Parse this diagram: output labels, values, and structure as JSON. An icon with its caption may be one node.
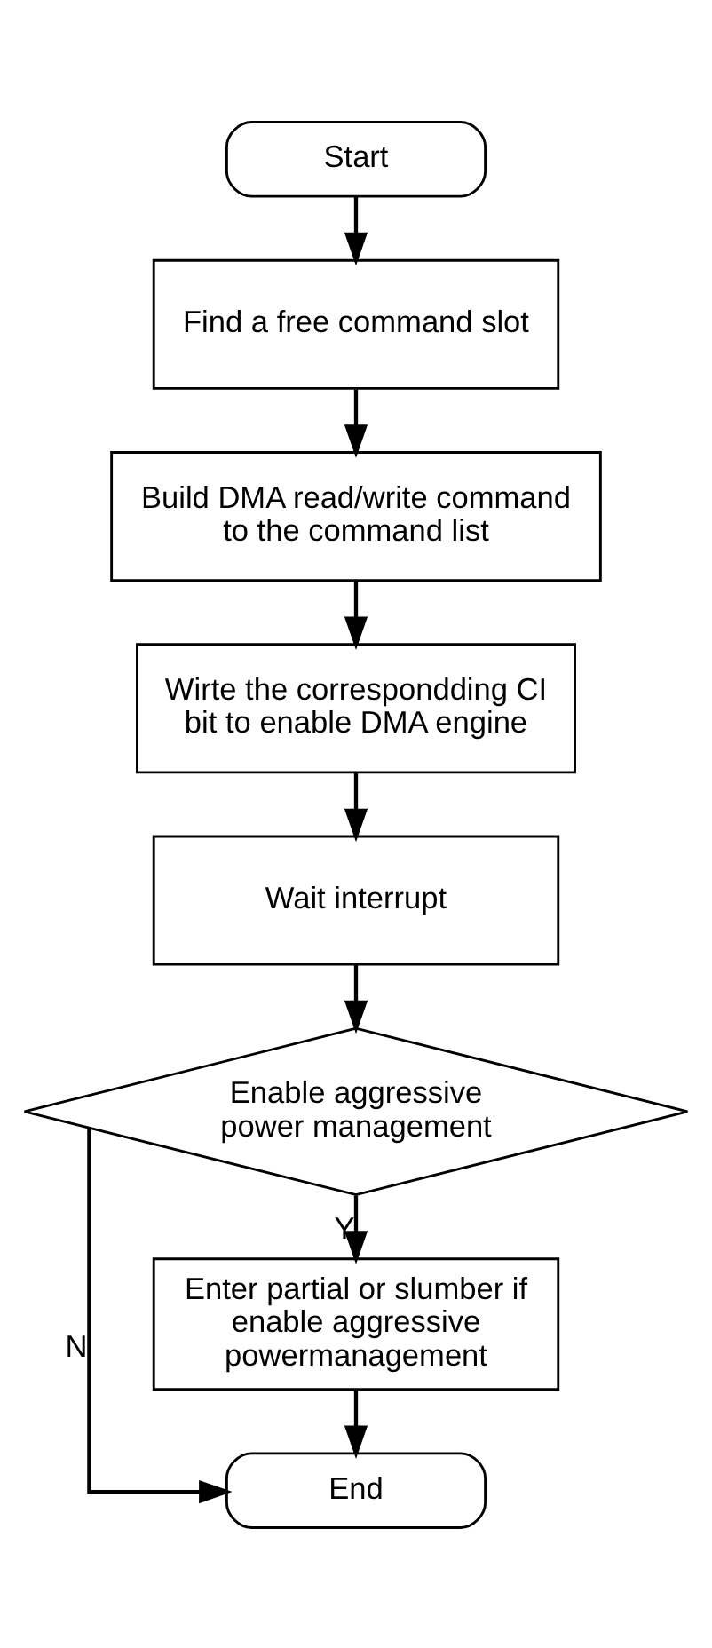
{
  "diagram": {
    "nodes": [
      {
        "text": [
          "Start"
        ]
      },
      {
        "text": [
          "Find a free command slot"
        ]
      },
      {
        "text": [
          "Build DMA read/write command to the command list"
        ]
      },
      {
        "text": [
          "Wirte the correspondding CI bit to enable DMA engine"
        ]
      },
      {
        "text": [
          "Wait interrupt"
        ]
      },
      {
        "text": [
          "Enable aggressive power management"
        ]
      },
      {
        "text": [
          "Enter partial or slumber if enable aggressive powermanagement"
        ]
      },
      {
        "text": [
          "End"
        ]
      }
    ],
    "edges": [
      {
        "from": 0,
        "to": 1,
        "arrow": "to"
      },
      {
        "from": 1,
        "to": 2,
        "arrow": "to"
      },
      {
        "from": 2,
        "to": 3,
        "arrow": "to"
      },
      {
        "from": 3,
        "to": 4,
        "arrow": "to"
      },
      {
        "from": 4,
        "to": 5,
        "arrow": "to"
      },
      {
        "from": 5,
        "to": 6,
        "arrow": "to",
        "label": "Y"
      },
      {
        "from": 6,
        "to": 7,
        "arrow": "to"
      },
      {
        "from": 5,
        "to": 7,
        "arrow": "to",
        "label": "N"
      }
    ]
  }
}
